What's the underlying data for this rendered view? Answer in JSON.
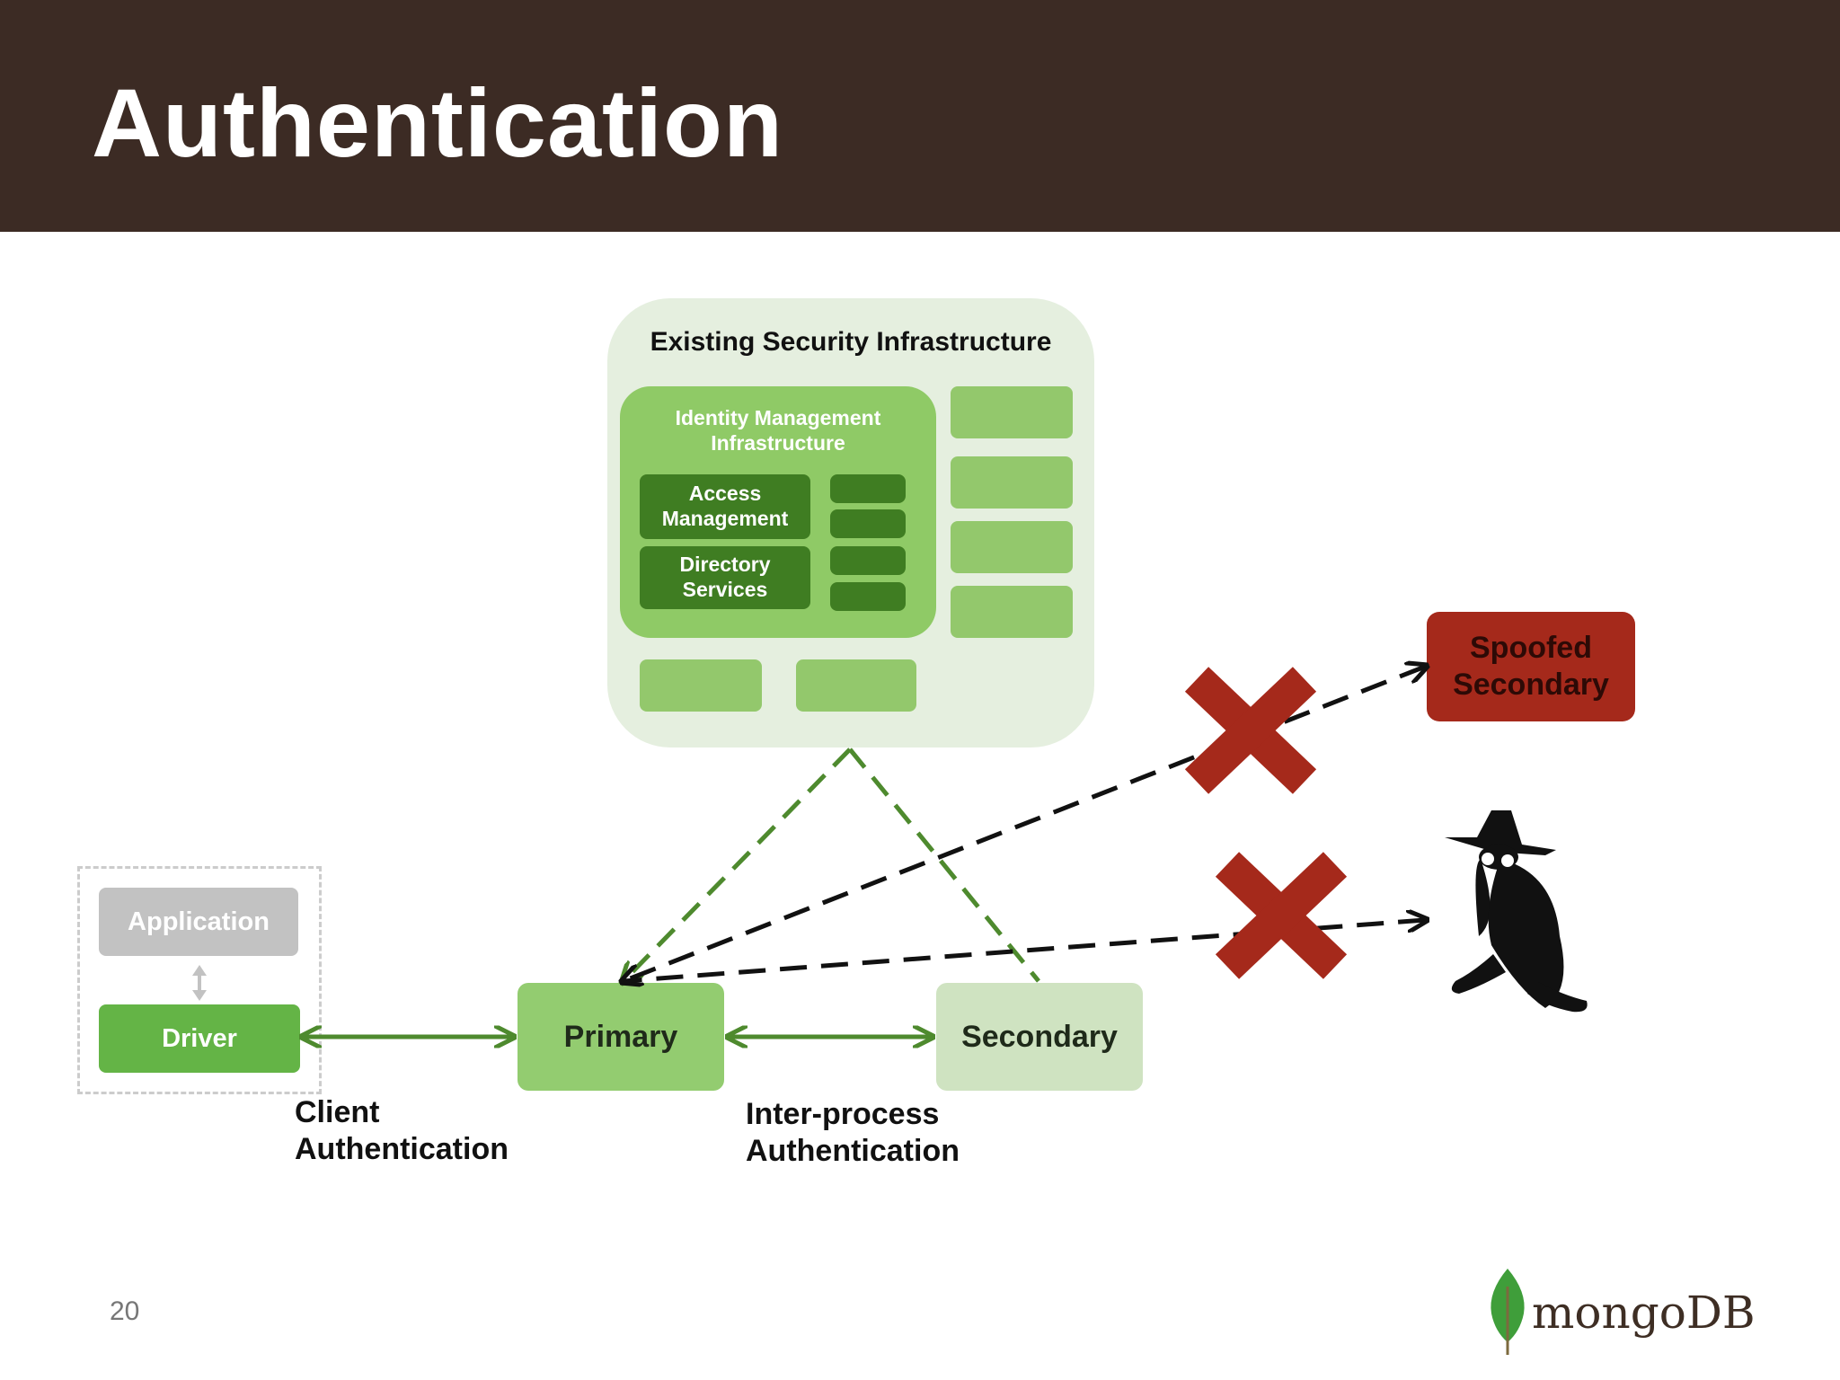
{
  "slide": {
    "title": "Authentication",
    "page_number": "20"
  },
  "infrastructure": {
    "title": "Existing Security Infrastructure",
    "identity_title": "Identity Management Infrastructure",
    "access_management": "Access Management",
    "directory_services": "Directory Services"
  },
  "client_stack": {
    "application": "Application",
    "driver": "Driver"
  },
  "nodes": {
    "primary": "Primary",
    "secondary": "Secondary",
    "spoofed_secondary": "Spoofed Secondary"
  },
  "labels": {
    "client_auth": "Client Authentication",
    "interprocess_auth": "Inter-process Authentication"
  },
  "logo": {
    "text": "mongoDB"
  },
  "colors": {
    "header_bg": "#3c2b24",
    "arrow_green": "#4e8a2e",
    "dashed_green": "#4e8a2e",
    "cross_red": "#a5291b",
    "spoof_red": "#a5291b"
  }
}
